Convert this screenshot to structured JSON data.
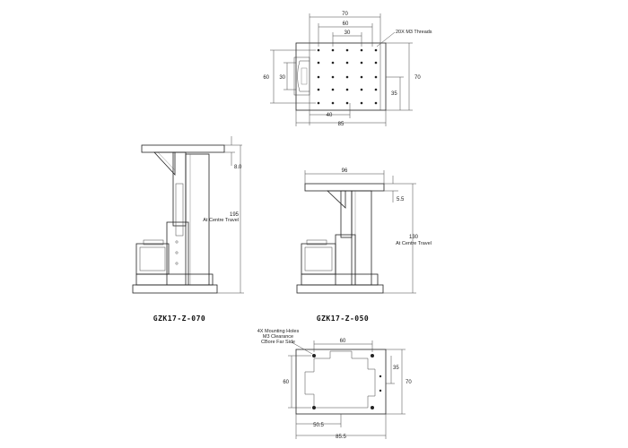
{
  "top_view": {
    "dims": {
      "w70": "70",
      "w60": "60",
      "w30": "30",
      "h60": "60",
      "h30": "30",
      "h70": "70",
      "h35": "35",
      "w40": "40",
      "w85": "85"
    },
    "threads_note": "20X M3 Threads"
  },
  "side_view_070": {
    "dims": {
      "d8": "8.0",
      "d195": "195"
    },
    "travel_note": "At Centre Travel",
    "caption": "GZK17-Z-070"
  },
  "side_view_050": {
    "dims": {
      "d96": "96",
      "d55": "5.5",
      "d130": "130"
    },
    "travel_note": "At Centre Travel",
    "caption": "GZK17-Z-050"
  },
  "base_view": {
    "notes": [
      "4X Mounting Holes",
      "M3 Clearance",
      "CBore Far Side"
    ],
    "dims": {
      "w60": "60",
      "h60": "60",
      "h35": "35",
      "h70": "70",
      "w505": "50.5",
      "w855": "85.5"
    }
  }
}
